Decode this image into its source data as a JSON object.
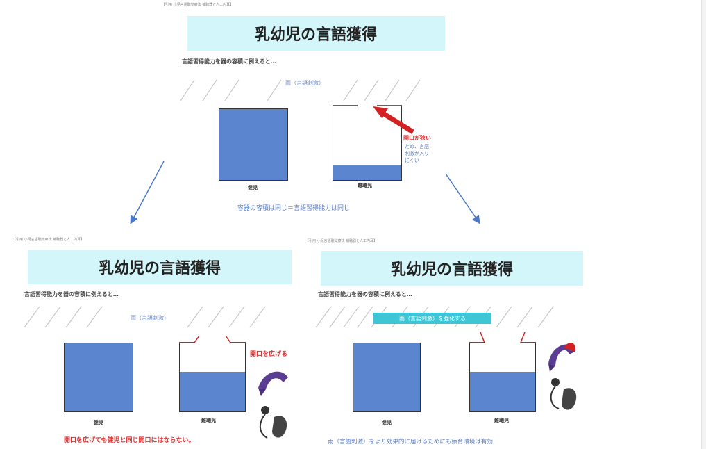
{
  "slide1": {
    "caption": "【引用 小児言語聴覚療法 補聴器と人工内耳】",
    "title": "乳幼児の言語獲得",
    "subtitle": "言語習得能力を器の容積に例えると…",
    "rain": "雨（言語刺激）",
    "left_label": "健児",
    "right_label": "難聴児",
    "callout_red": "開口が狭い",
    "callout_blue": "ため、言語刺激が入りにくい",
    "bottom_note": "容器の容積は同じ＝言語習得能力は同じ"
  },
  "slide2": {
    "caption": "【引用 小児言語聴覚療法 補聴器と人工内耳】",
    "title": "乳幼児の言語獲得",
    "subtitle": "言語習得能力を器の容積に例えると…",
    "rain": "雨（言語刺激）",
    "left_label": "健児",
    "right_label": "難聴児",
    "red_side": "開口を広げる",
    "bottom_note": "開口を広げても健児と同じ開口にはならない。"
  },
  "slide3": {
    "caption": "【引用 小児言語聴覚療法 補聴器と人工内耳】",
    "title": "乳幼児の言語獲得",
    "subtitle": "言語習得能力を器の容積に例えると…",
    "banner": "雨（言語刺激）を強化する",
    "left_label": "健児",
    "right_label": "難聴児",
    "bottom_note": "雨（言語刺激）をより効果的に届けるためにも療育環境は有効"
  },
  "colors": {
    "water": "#5b86cf",
    "title_bg": "#d3f6fb",
    "arrow_blue": "#4a78c8",
    "red": "#e03030"
  },
  "icons": [
    "hearing-aid-icon",
    "cochlear-implant-icon",
    "red-arrow-icon"
  ]
}
